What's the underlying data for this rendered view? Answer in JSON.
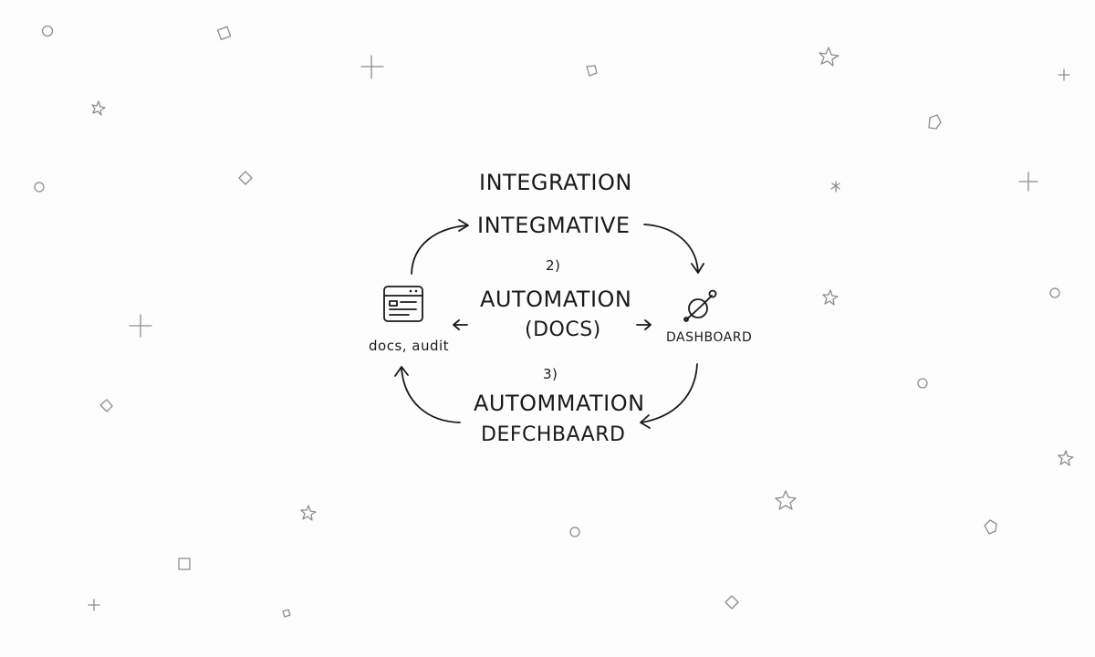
{
  "diagram": {
    "top_title": "INTEGRATION",
    "top_label": "INTEGMATIVE",
    "step_2": "2)",
    "center_title": "AUTOMATION",
    "center_sub": "(DOCS)",
    "step_3": "3)",
    "bottom_title": "AUTOMMATION",
    "bottom_sub": "DEFCHBAARD",
    "left_node_label": "docs, audit",
    "right_node_label": "DASHBOARD",
    "left_node_icon": "browser-window-icon",
    "right_node_icon": "orbit-planet-icon"
  },
  "colors": {
    "ink": "#1a1a1a",
    "decoration": "#8d8d8d",
    "background": "#fdfdfd"
  }
}
